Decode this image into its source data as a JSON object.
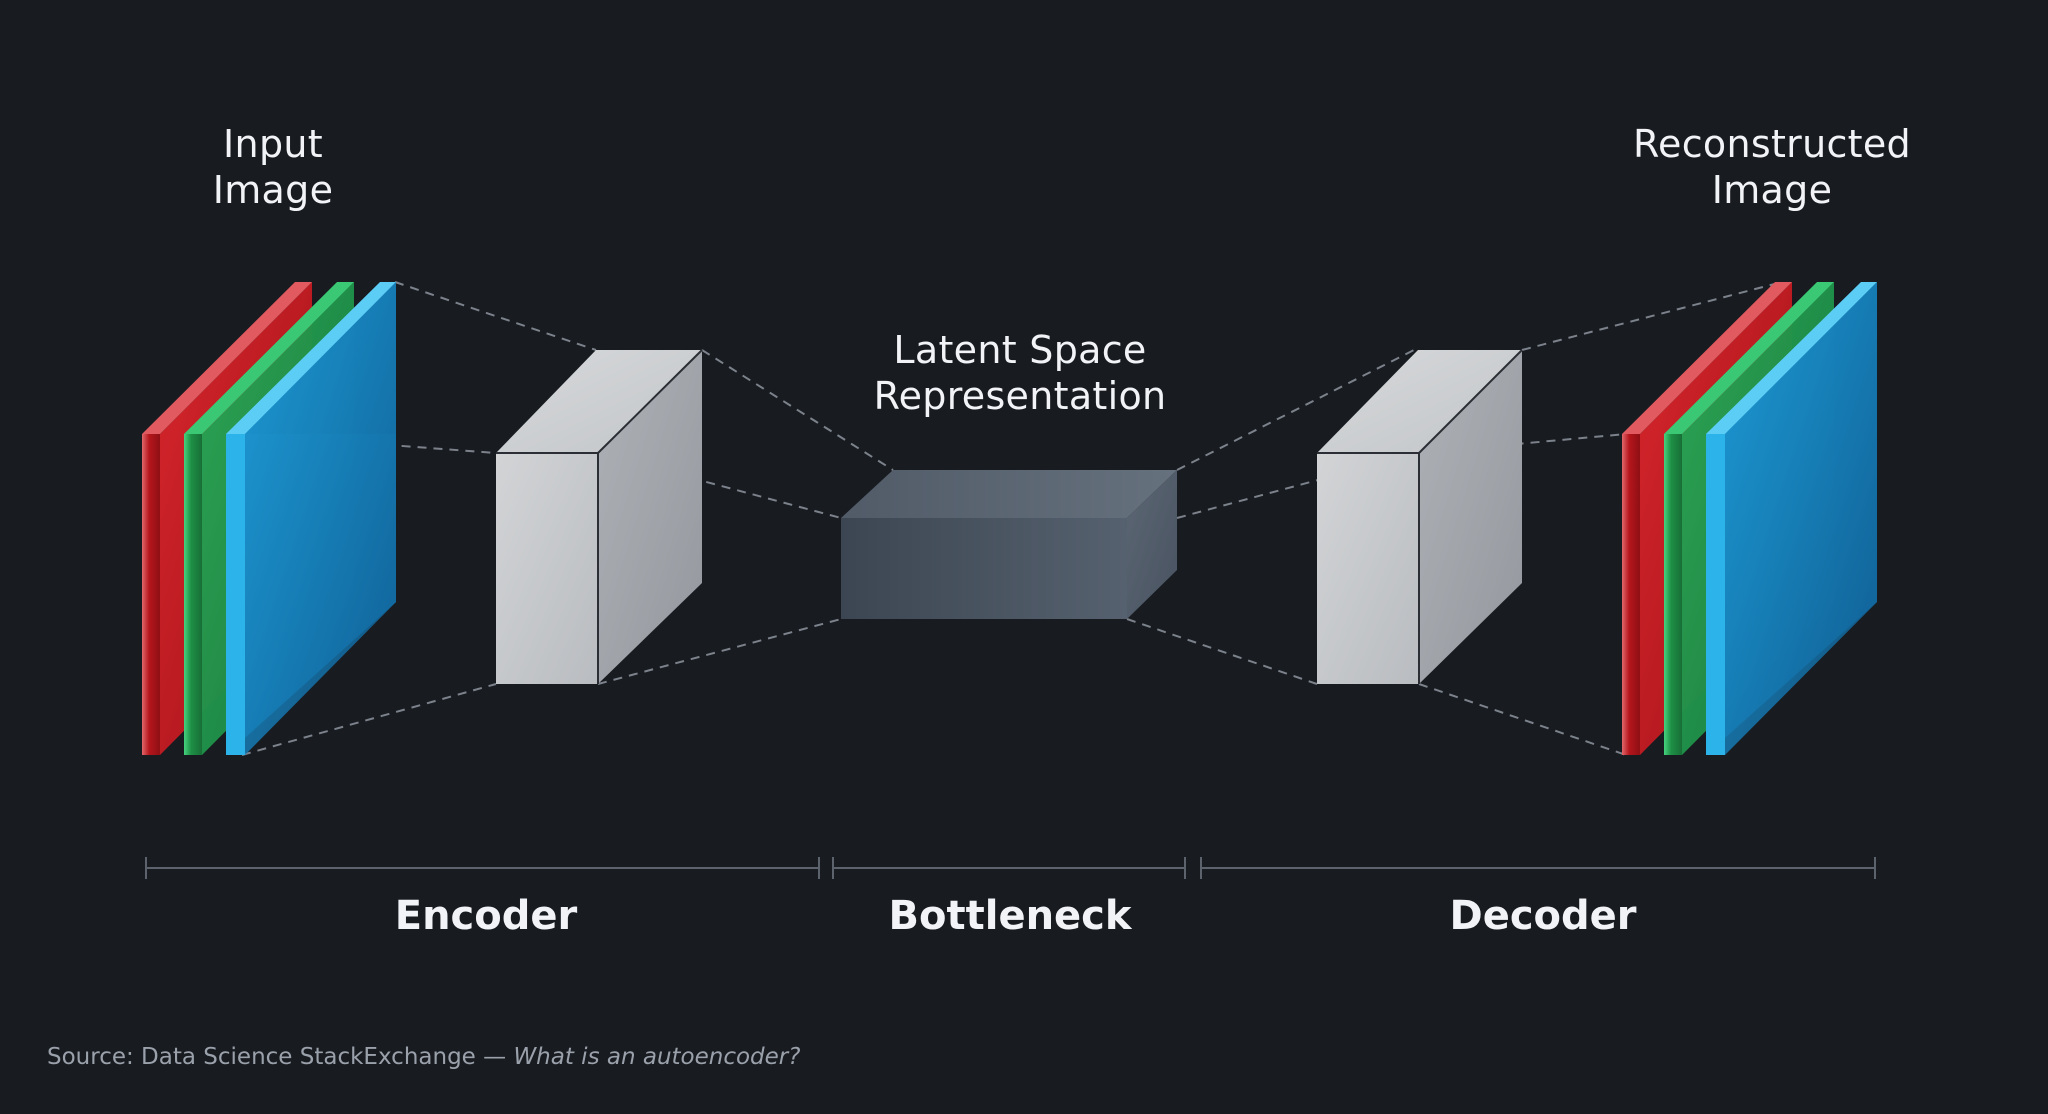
{
  "titles": {
    "input_line1": "Input",
    "input_line2": "Image",
    "latent_line1": "Latent Space",
    "latent_line2": "Representation",
    "recon_line1": "Reconstructed",
    "recon_line2": "Image"
  },
  "sections": {
    "encoder": "Encoder",
    "bottleneck": "Bottleneck",
    "decoder": "Decoder"
  },
  "source": {
    "prefix": "Source: Data Science StackExchange — ",
    "title": "What is an autoencoder?"
  },
  "colors": {
    "background": "#181b20",
    "red_channel": "#d42a31",
    "green_channel": "#26a956",
    "blue_channel": "#1d9ad6",
    "layer_block": "#c9cbce",
    "latent_block": "#4d5866",
    "dashes": "#7c828b",
    "brackets": "#5d636c"
  }
}
